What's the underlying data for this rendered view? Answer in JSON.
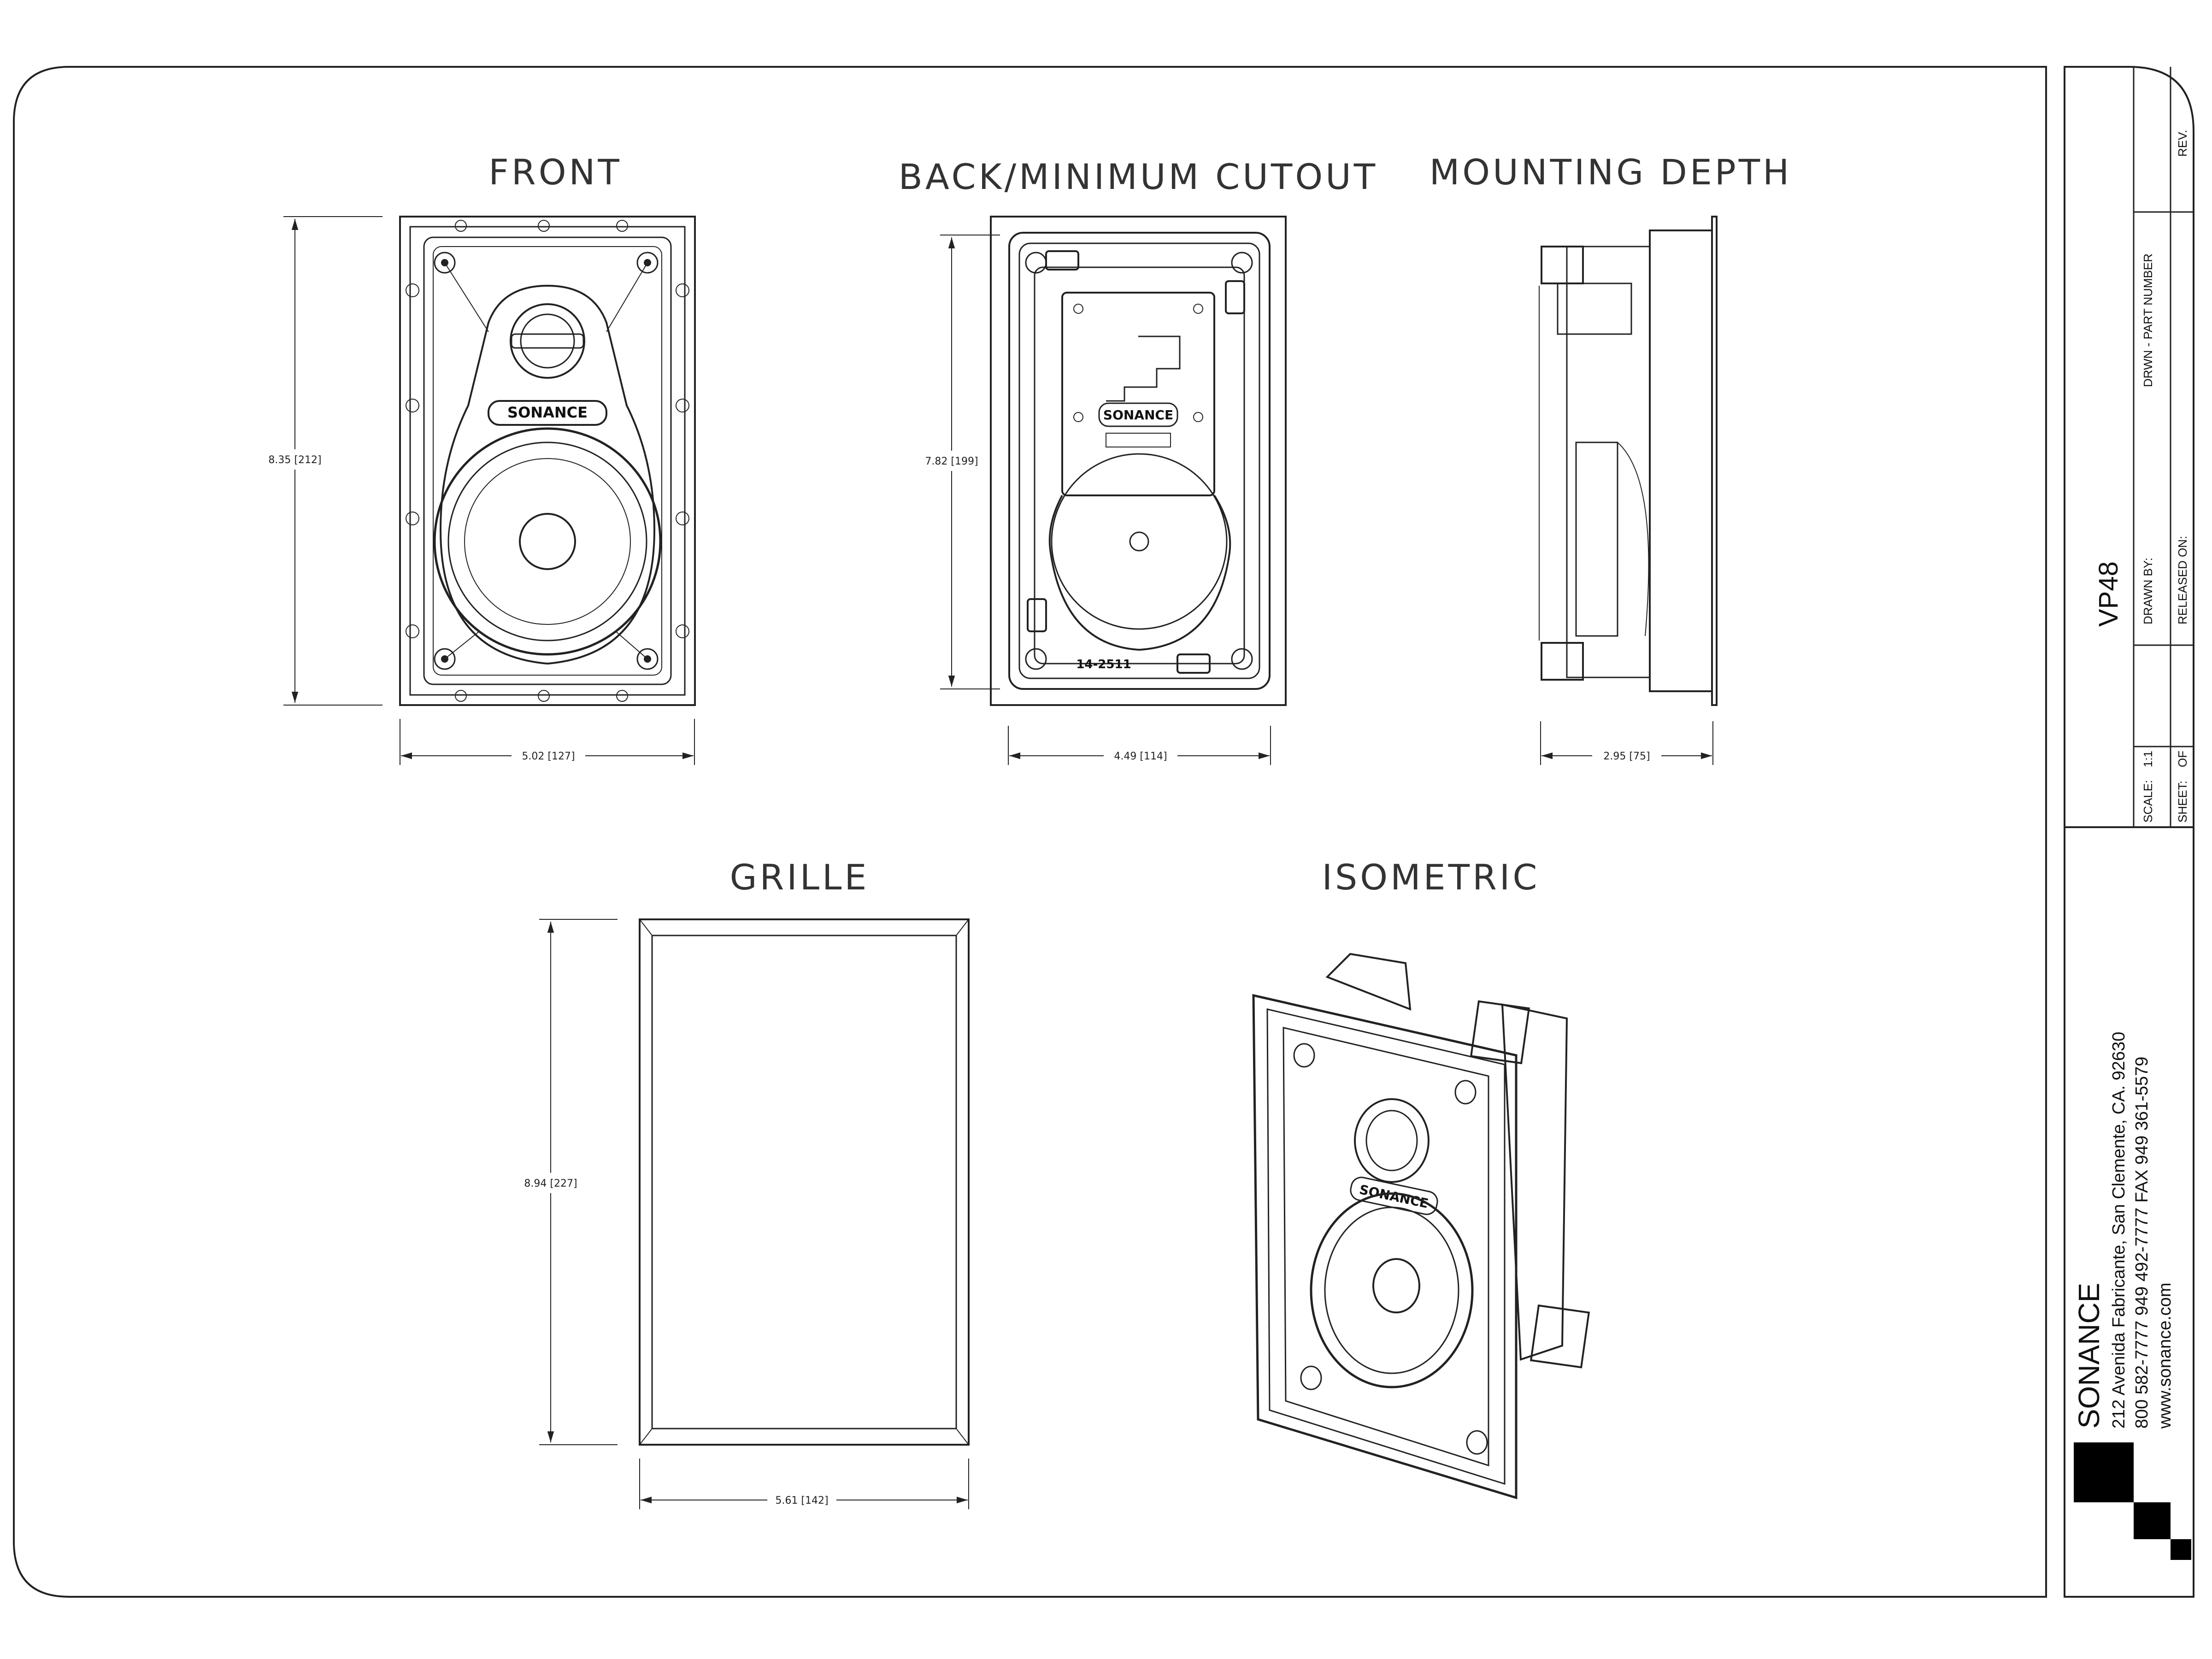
{
  "views": {
    "front": {
      "title": "FRONT",
      "height_dim": "8.35 [212]",
      "width_dim": "5.02 [127]",
      "logo": "SONANCE"
    },
    "back": {
      "title": "BACK/MINIMUM CUTOUT",
      "height_dim": "7.82 [199]",
      "width_dim": "4.49 [114]",
      "logo": "SONANCE",
      "part_label": "14-2511"
    },
    "depth": {
      "title": "MOUNTING DEPTH",
      "depth_dim": "2.95 [75]"
    },
    "grille": {
      "title": "GRILLE",
      "height_dim": "8.94 [227]",
      "width_dim": "5.61 [142]"
    },
    "isometric": {
      "title": "ISOMETRIC",
      "logo": "SONANCE"
    }
  },
  "title_block": {
    "rev_label": "REV.",
    "part_number_label": "DRWN - PART NUMBER",
    "model": "VP48",
    "drawn_by_label": "DRAWN BY:",
    "released_on_label": "RELEASED ON:",
    "scale_label": "SCALE:",
    "scale_value": "1:1",
    "sheet_label": "SHEET:",
    "sheet_value": "OF",
    "company": "SONANCE",
    "address": "212 Avenida Fabricante, San Clemente, CA. 92630",
    "phone": "800 582-7777 949 492-7777  FAX 949 361-5579",
    "web": "www.sonance.com"
  }
}
